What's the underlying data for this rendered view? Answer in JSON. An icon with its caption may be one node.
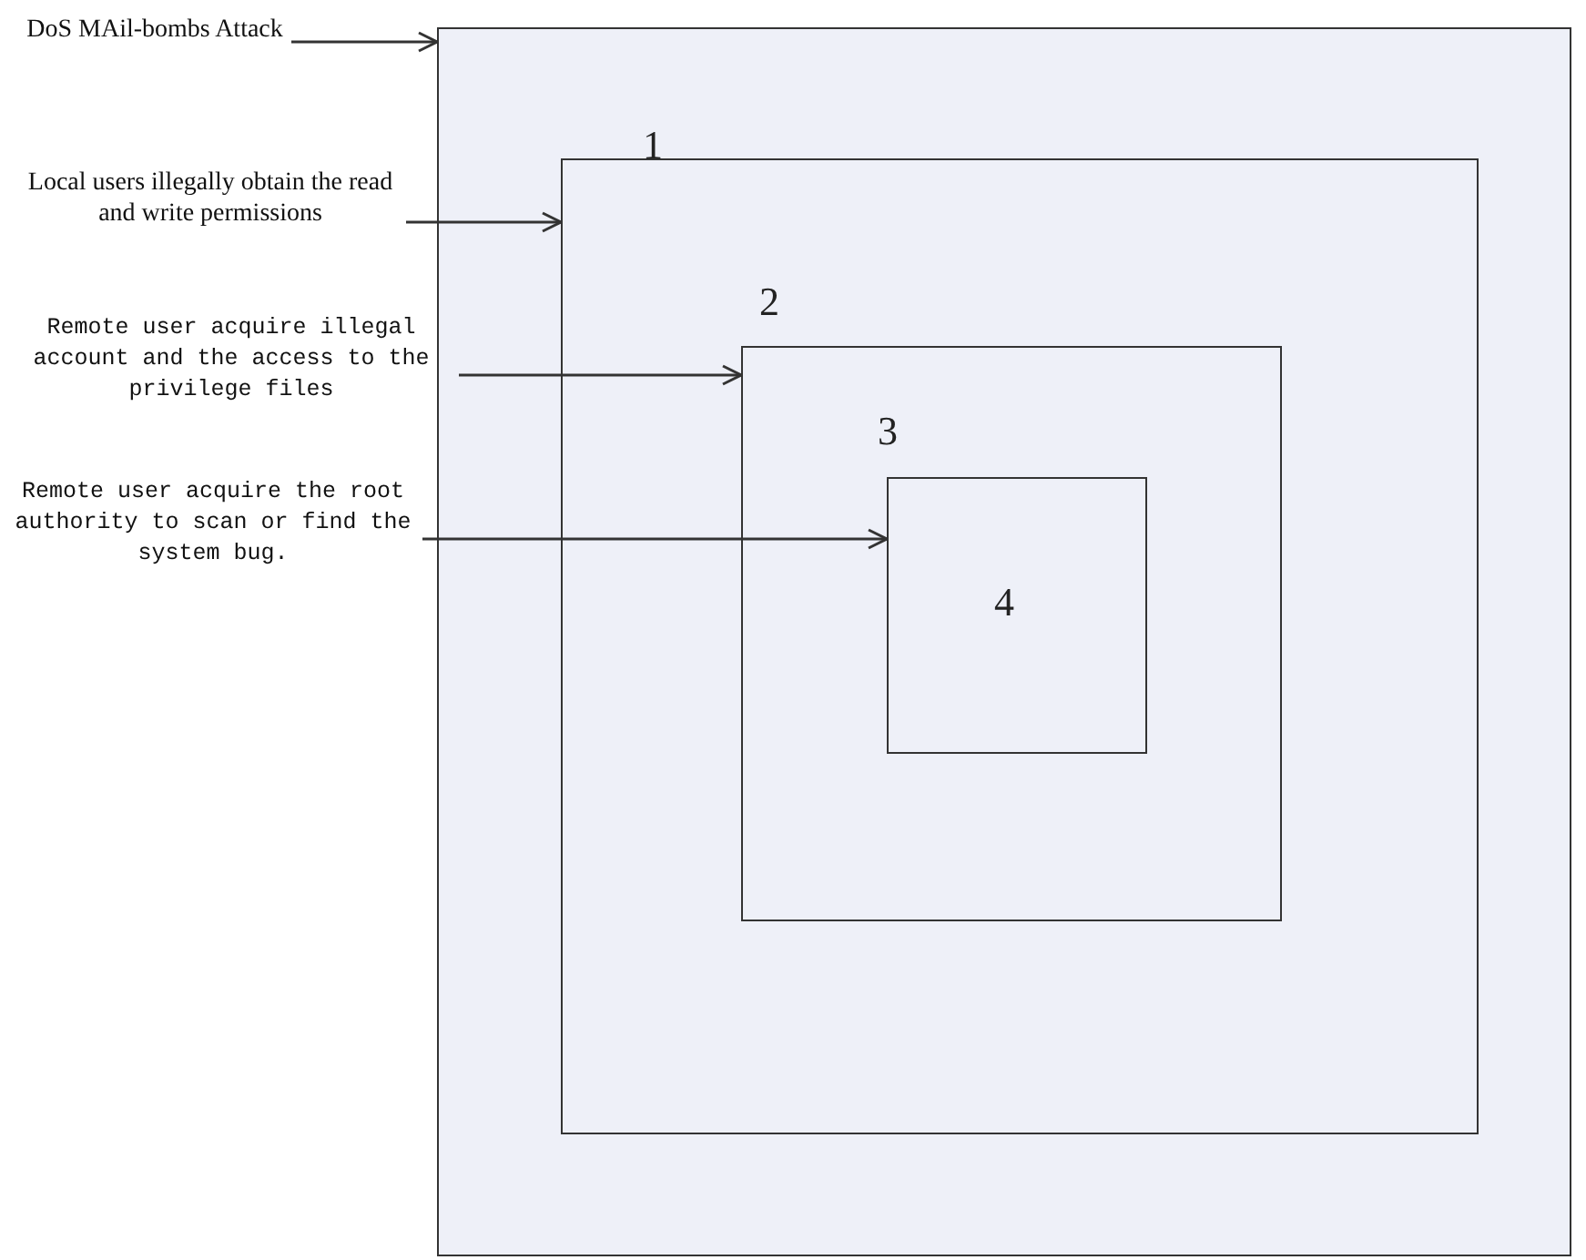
{
  "diagram": {
    "nodes": [
      {
        "text": [
          "1"
        ]
      },
      {
        "text": [
          "2"
        ],
        "in": 0
      },
      {
        "text": [
          "3"
        ],
        "in": 1
      },
      {
        "text": [
          "4"
        ],
        "in": 2
      },
      {
        "text": [
          "DoS MAil-bombs Attack"
        ]
      },
      {
        "text": [
          "Local users illegally obtain the read and write permissions"
        ]
      },
      {
        "text": [
          "Remote user acquire illegal account and the access to the privilege files"
        ]
      },
      {
        "text": [
          "Remote user acquire the root authority to scan or find the system bug."
        ]
      }
    ],
    "edges": [
      {
        "from": 4,
        "to": 0,
        "arrow": "to"
      },
      {
        "from": 5,
        "to": 1,
        "arrow": "to"
      },
      {
        "from": 6,
        "to": 2,
        "arrow": "to"
      },
      {
        "from": 7,
        "to": 3,
        "arrow": "to"
      }
    ]
  }
}
